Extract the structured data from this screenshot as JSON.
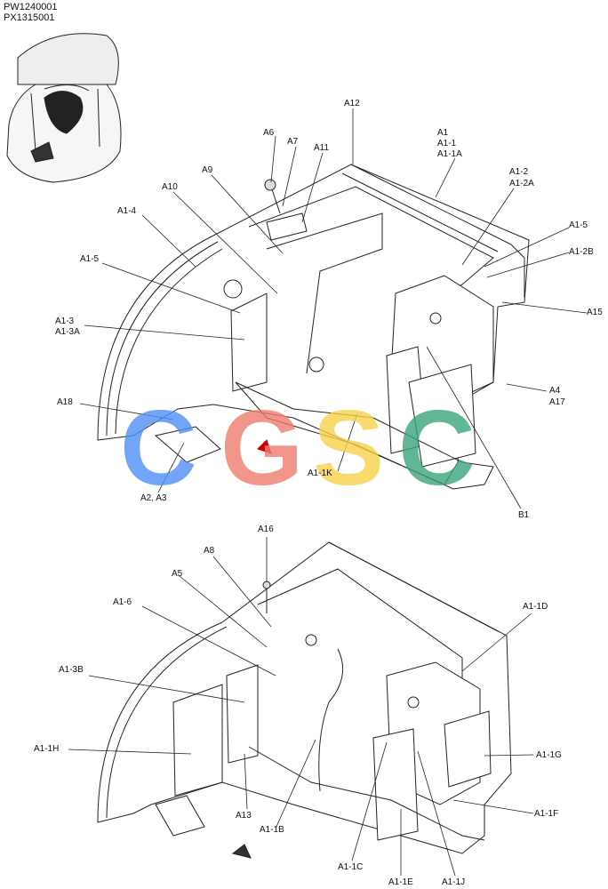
{
  "header": {
    "codes": [
      "PW1240001",
      "PX1315001"
    ]
  },
  "upper_callouts": {
    "A12": "A12",
    "A1_group": [
      "A1",
      "A1-1",
      "A1-1A"
    ],
    "A6": "A6",
    "A7": "A7",
    "A11": "A11",
    "A9": "A9",
    "A10": "A10",
    "A1_4": "A1-4",
    "A1_2_group": [
      "A1-2",
      "A1-2A"
    ],
    "A1_5_right": "A1-5",
    "A1_2B": "A1-2B",
    "A1_5_left": "A1-5",
    "A15": "A15",
    "A1_3_group": [
      "A1-3",
      "A1-3A"
    ],
    "A4_group": [
      "A4",
      "A17"
    ],
    "A18": "A18",
    "A1_1K": "A1-1K",
    "A2_A3": "A2, A3",
    "B1": "B1"
  },
  "lower_callouts": {
    "A16": "A16",
    "A8": "A8",
    "A5": "A5",
    "A1_6": "A1-6",
    "A1_1D": "A1-1D",
    "A1_3B": "A1-3B",
    "A1_1H": "A1-1H",
    "A1_1G": "A1-1G",
    "A13": "A13",
    "A1_1B": "A1-1B",
    "A1_1F": "A1-1F",
    "A1_1C": "A1-1C",
    "A1_1E": "A1-1E",
    "A1_1J": "A1-1J"
  },
  "watermark": {
    "letters": [
      "C",
      "G",
      "S",
      "C"
    ],
    "colors": [
      "#4f8ff7",
      "#f07c70",
      "#f7d24a",
      "#3aa57c"
    ]
  }
}
